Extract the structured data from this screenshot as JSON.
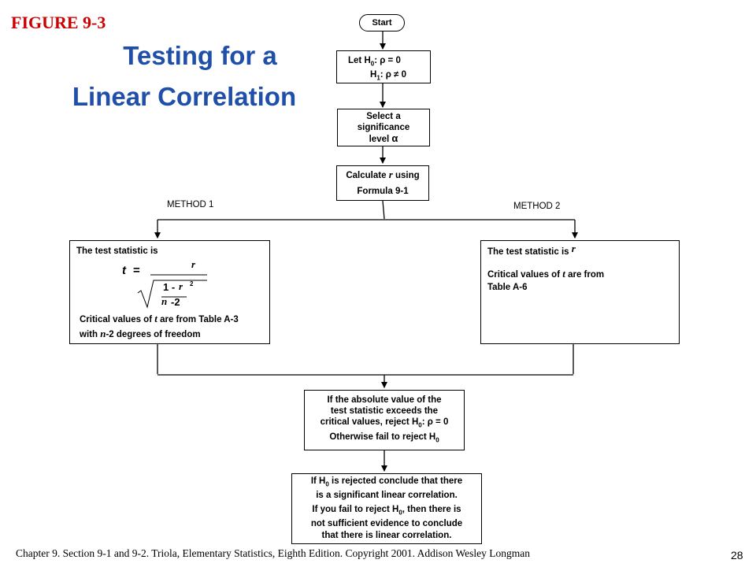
{
  "figure_label": "FIGURE 9-3",
  "title": {
    "line1": "Testing for a",
    "line2": "Linear Correlation"
  },
  "start": "Start",
  "hypotheses": {
    "h0_prefix": "Let H",
    "h0_sub": "0",
    "h0_rest": ": ρ = 0",
    "h1_prefix": "H",
    "h1_sub": "1",
    "h1_rest": ": ρ ≠ 0"
  },
  "significance": {
    "line1": "Select a",
    "line2": "significance",
    "line3": "level",
    "alpha": "α"
  },
  "calculate": {
    "part1": "Calculate",
    "r": "r",
    "part2": "using",
    "line2": "Formula 9-1"
  },
  "method1_label": "METHOD 1",
  "method2_label": "METHOD 2",
  "method1_box": {
    "heading": "The test statistic is",
    "formula": {
      "t": "t",
      "equals": "=",
      "numerator": "r",
      "one_minus": "1 -",
      "r": "r",
      "exp": "2",
      "n": "n",
      "minus_two": "-2"
    },
    "critical_part1": "Critical values of",
    "critical_t": "t",
    "critical_part2": "are from Table A-3",
    "with_part1": "with",
    "with_n": "n",
    "with_part2": "-2 degrees of  freedom"
  },
  "method2_box": {
    "heading": "The test statistic is",
    "heading_r": "r",
    "critical_part1": "Critical values of",
    "critical_t": "t",
    "critical_part2": "are from",
    "table": "Table A-6"
  },
  "decision": {
    "line1": "If the absolute value of the",
    "line2": "test statistic exceeds the",
    "line3_prefix": "critical values, reject H",
    "line3_sub": "0",
    "line3_rest": ": ρ = 0",
    "line4_prefix": "Otherwise fail to reject H",
    "line4_sub": "0"
  },
  "conclusion": {
    "line1_prefix": "If H",
    "line1_sub": "0",
    "line1_rest": " is rejected conclude that there",
    "line2": "is a significant linear correlation.",
    "line3_prefix": "If you fail to reject H",
    "line3_sub": "0",
    "line3_rest": ", then there is",
    "line4": "not sufficient evidence to conclude",
    "line5": "that there is linear correlation."
  },
  "footer": "Chapter 9.  Section 9-1 and 9-2.  Triola, Elementary Statistics, Eighth Edition. Copyright  2001.  Addison Wesley Longman",
  "page_number": "28",
  "colors": {
    "figure_label": "#cc0000",
    "title": "#1f4fa8"
  }
}
